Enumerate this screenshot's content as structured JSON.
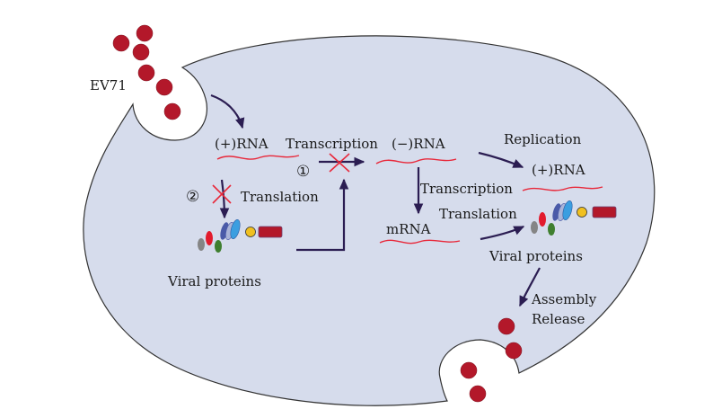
{
  "diagram": {
    "title": "EV71 replication cycle in host cell",
    "colors": {
      "cell_fill": "#d6dcec",
      "cell_stroke": "#333333",
      "virion": "#b3182a",
      "arrow": "#2b1d52",
      "rna": "#e8283a",
      "block_mark": "#e8283a"
    },
    "labels": {
      "virus": "EV71",
      "plus_rna_1": "(+)RNA",
      "transcription_1": "Transcription",
      "minus_rna": "(−)RNA",
      "replication": "Replication",
      "plus_rna_2": "(+)RNA",
      "transcription_2": "Transcription",
      "translation_1": "Translation",
      "translation_2": "Translation",
      "mrna": "mRNA",
      "viral_proteins_1": "Viral proteins",
      "viral_proteins_2": "Viral proteins",
      "assembly": "Assembly",
      "release": "Release",
      "step_1": "①",
      "step_2": "②"
    },
    "inhibition_marks": [
      {
        "step": "①",
        "blocks": "Transcription"
      },
      {
        "step": "②",
        "blocks": "Translation"
      }
    ],
    "protein_colors": [
      "#858585",
      "#e21b2d",
      "#3f7f2f",
      "#4a5aa8",
      "#aab4d8",
      "#3b9ee0",
      "#f0c020",
      "#b3182a"
    ]
  }
}
